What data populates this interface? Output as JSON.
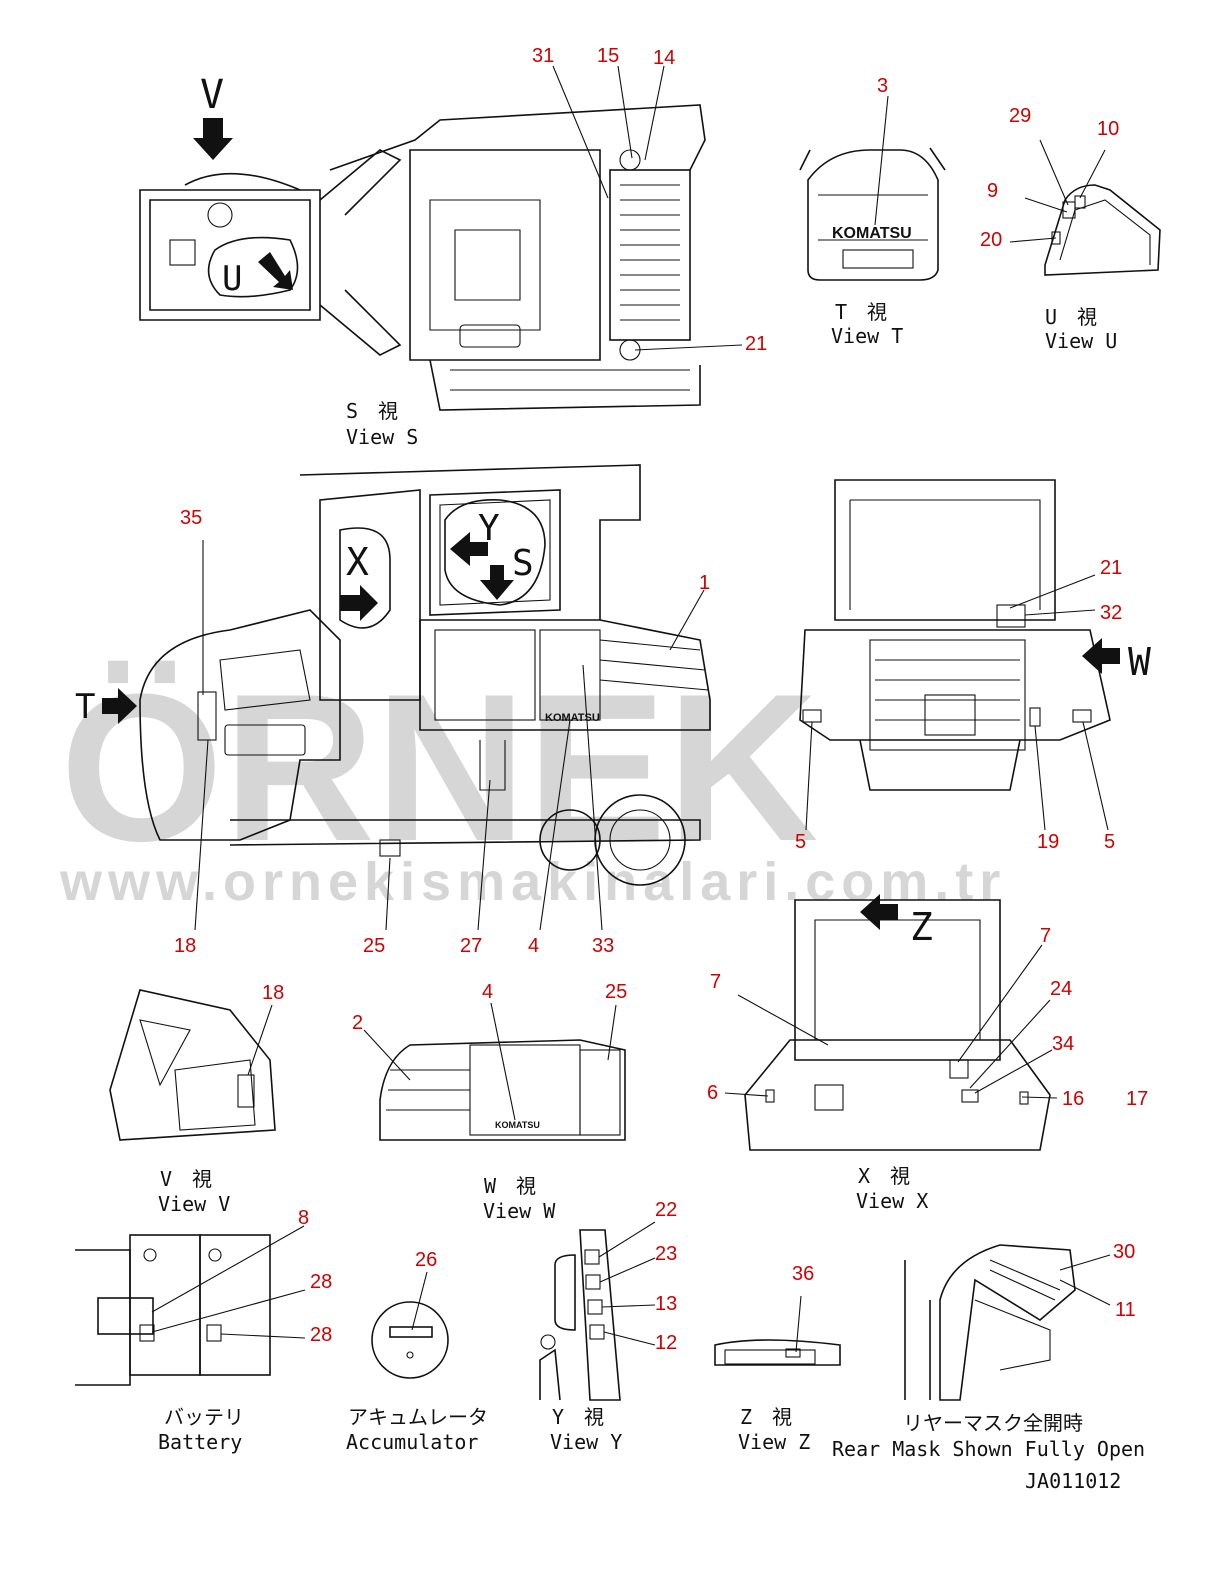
{
  "captions": {
    "view_s_jp": "S　視",
    "view_s_en": "View S",
    "view_t_jp": "T　視",
    "view_t_en": "View T",
    "view_u_jp": "U　視",
    "view_u_en": "View U",
    "view_v_jp": "V　視",
    "view_v_en": "View V",
    "view_w_jp": "W　視",
    "view_w_en": "View W",
    "view_x_jp": "X　視",
    "view_x_en": "View X",
    "view_y_jp": "Y　視",
    "view_y_en": "View Y",
    "view_z_jp": "Z　視",
    "view_z_en": "View Z",
    "battery_jp": "バッテリ",
    "battery_en": "Battery",
    "accum_jp": "アキュムレータ",
    "accum_en": "Accumulator",
    "rear_jp": "リヤーマスク全開時",
    "rear_en": "Rear Mask Shown Fully Open",
    "drawing_code": "JA011012"
  },
  "view_letters": {
    "v": "V",
    "u": "U",
    "x": "X",
    "y": "Y",
    "s": "S",
    "t": "T",
    "w": "W",
    "z": "Z"
  },
  "brand": "KOMATSU",
  "watermark": {
    "logo": "ÖRNEK",
    "url": "www.ornekismakinalari.com.tr"
  },
  "callouts": {
    "n31": "31",
    "n15": "15",
    "n14": "14",
    "n21a": "21",
    "n3": "3",
    "n29": "29",
    "n10": "10",
    "n9": "9",
    "n20": "20",
    "n35": "35",
    "n1": "1",
    "n18a": "18",
    "n25a": "25",
    "n27": "27",
    "n4a": "4",
    "n33": "33",
    "n21b": "21",
    "n32": "32",
    "n5a": "5",
    "n19": "19",
    "n5b": "5",
    "n7a": "7",
    "n7b": "7",
    "n24": "24",
    "n34": "34",
    "n6": "6",
    "n16": "16",
    "n17": "17",
    "n18b": "18",
    "n2": "2",
    "n4b": "4",
    "n25b": "25",
    "n8": "8",
    "n28a": "28",
    "n28b": "28",
    "n26": "26",
    "n22": "22",
    "n23": "23",
    "n13": "13",
    "n12": "12",
    "n36": "36",
    "n30": "30",
    "n11": "11"
  },
  "colors": {
    "callout": "#d40000",
    "line": "#111111",
    "watermark": "#d6d6d6"
  }
}
